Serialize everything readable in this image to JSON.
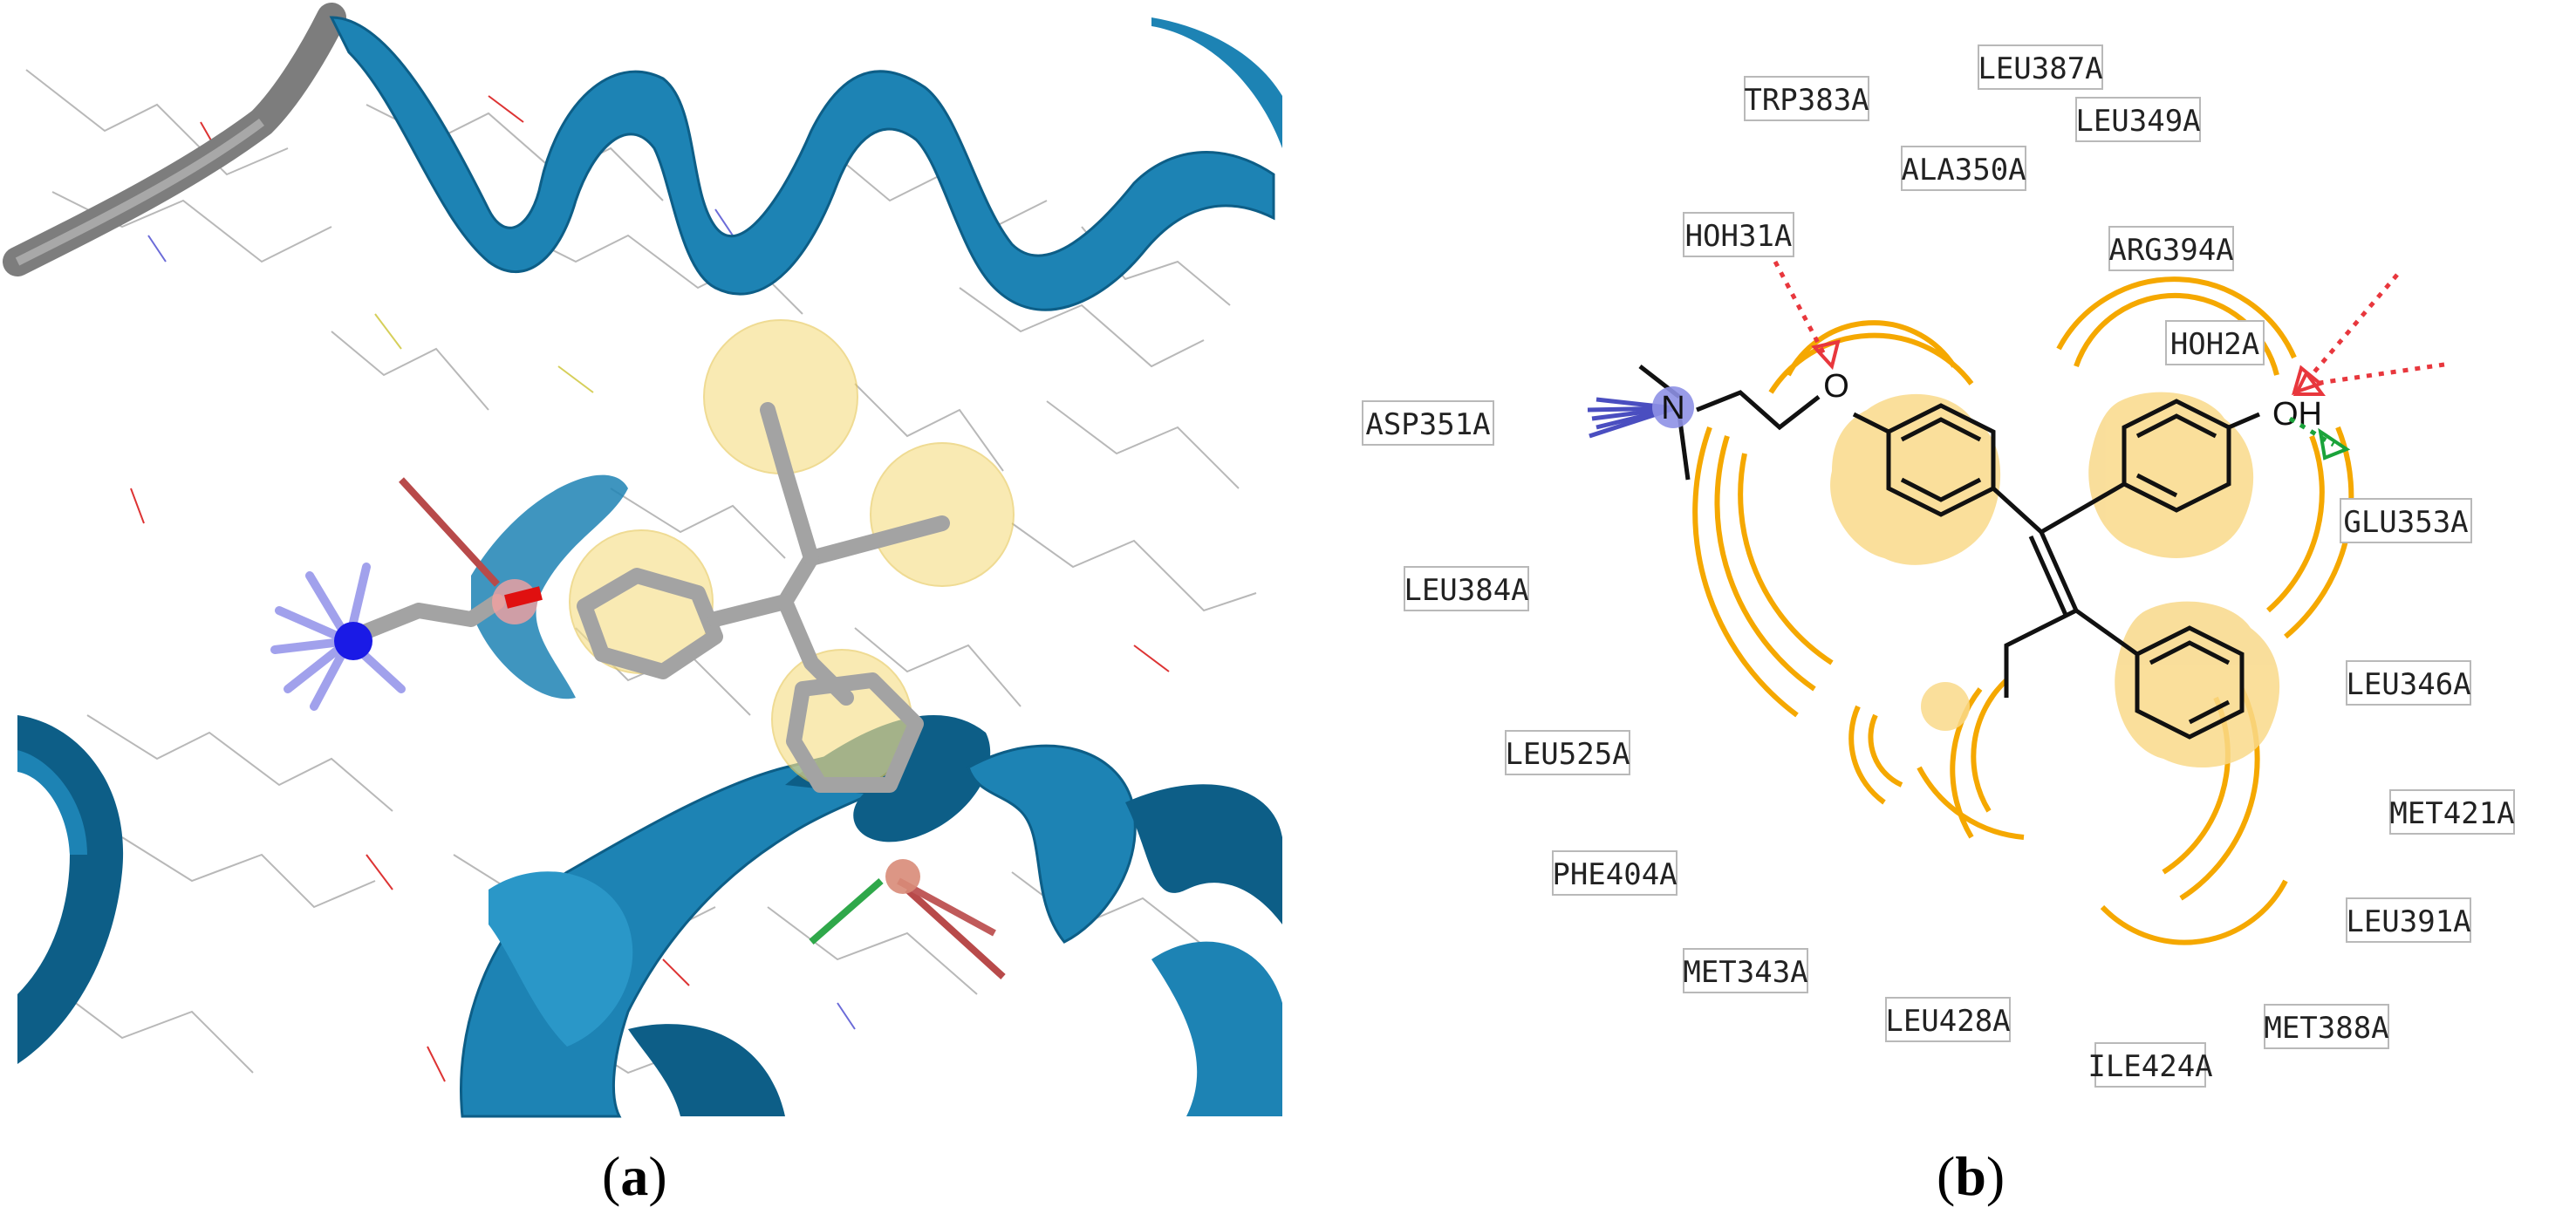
{
  "captions": {
    "a": "a",
    "b": "b"
  },
  "diagram_b": {
    "residues": [
      "TRP383A",
      "LEU387A",
      "LEU349A",
      "ALA350A",
      "HOH31A",
      "ARG394A",
      "HOH2A",
      "ASP351A",
      "GLU353A",
      "LEU384A",
      "LEU346A",
      "LEU525A",
      "MET421A",
      "PHE404A",
      "LEU391A",
      "MET343A",
      "LEU428A",
      "MET388A",
      "ILE424A"
    ],
    "atoms": {
      "nitrogen": "N",
      "oxygen": "O",
      "hydroxyl": "OH"
    },
    "colors": {
      "hydrophobic": "#f5a800",
      "hydrophobic_fill": "#f9d98a",
      "hbond_donor": "#e8373d",
      "hbond_acceptor": "#1aa33a",
      "ionic": "#4a4ec0",
      "ionic_fill": "#8e91e6"
    }
  },
  "panel_a": {
    "colors": {
      "ribbon": "#1d83b4",
      "ribbon_dark": "#0d5e87",
      "ligand": "#9a9a9a",
      "sphere": "#f6e08b"
    }
  }
}
